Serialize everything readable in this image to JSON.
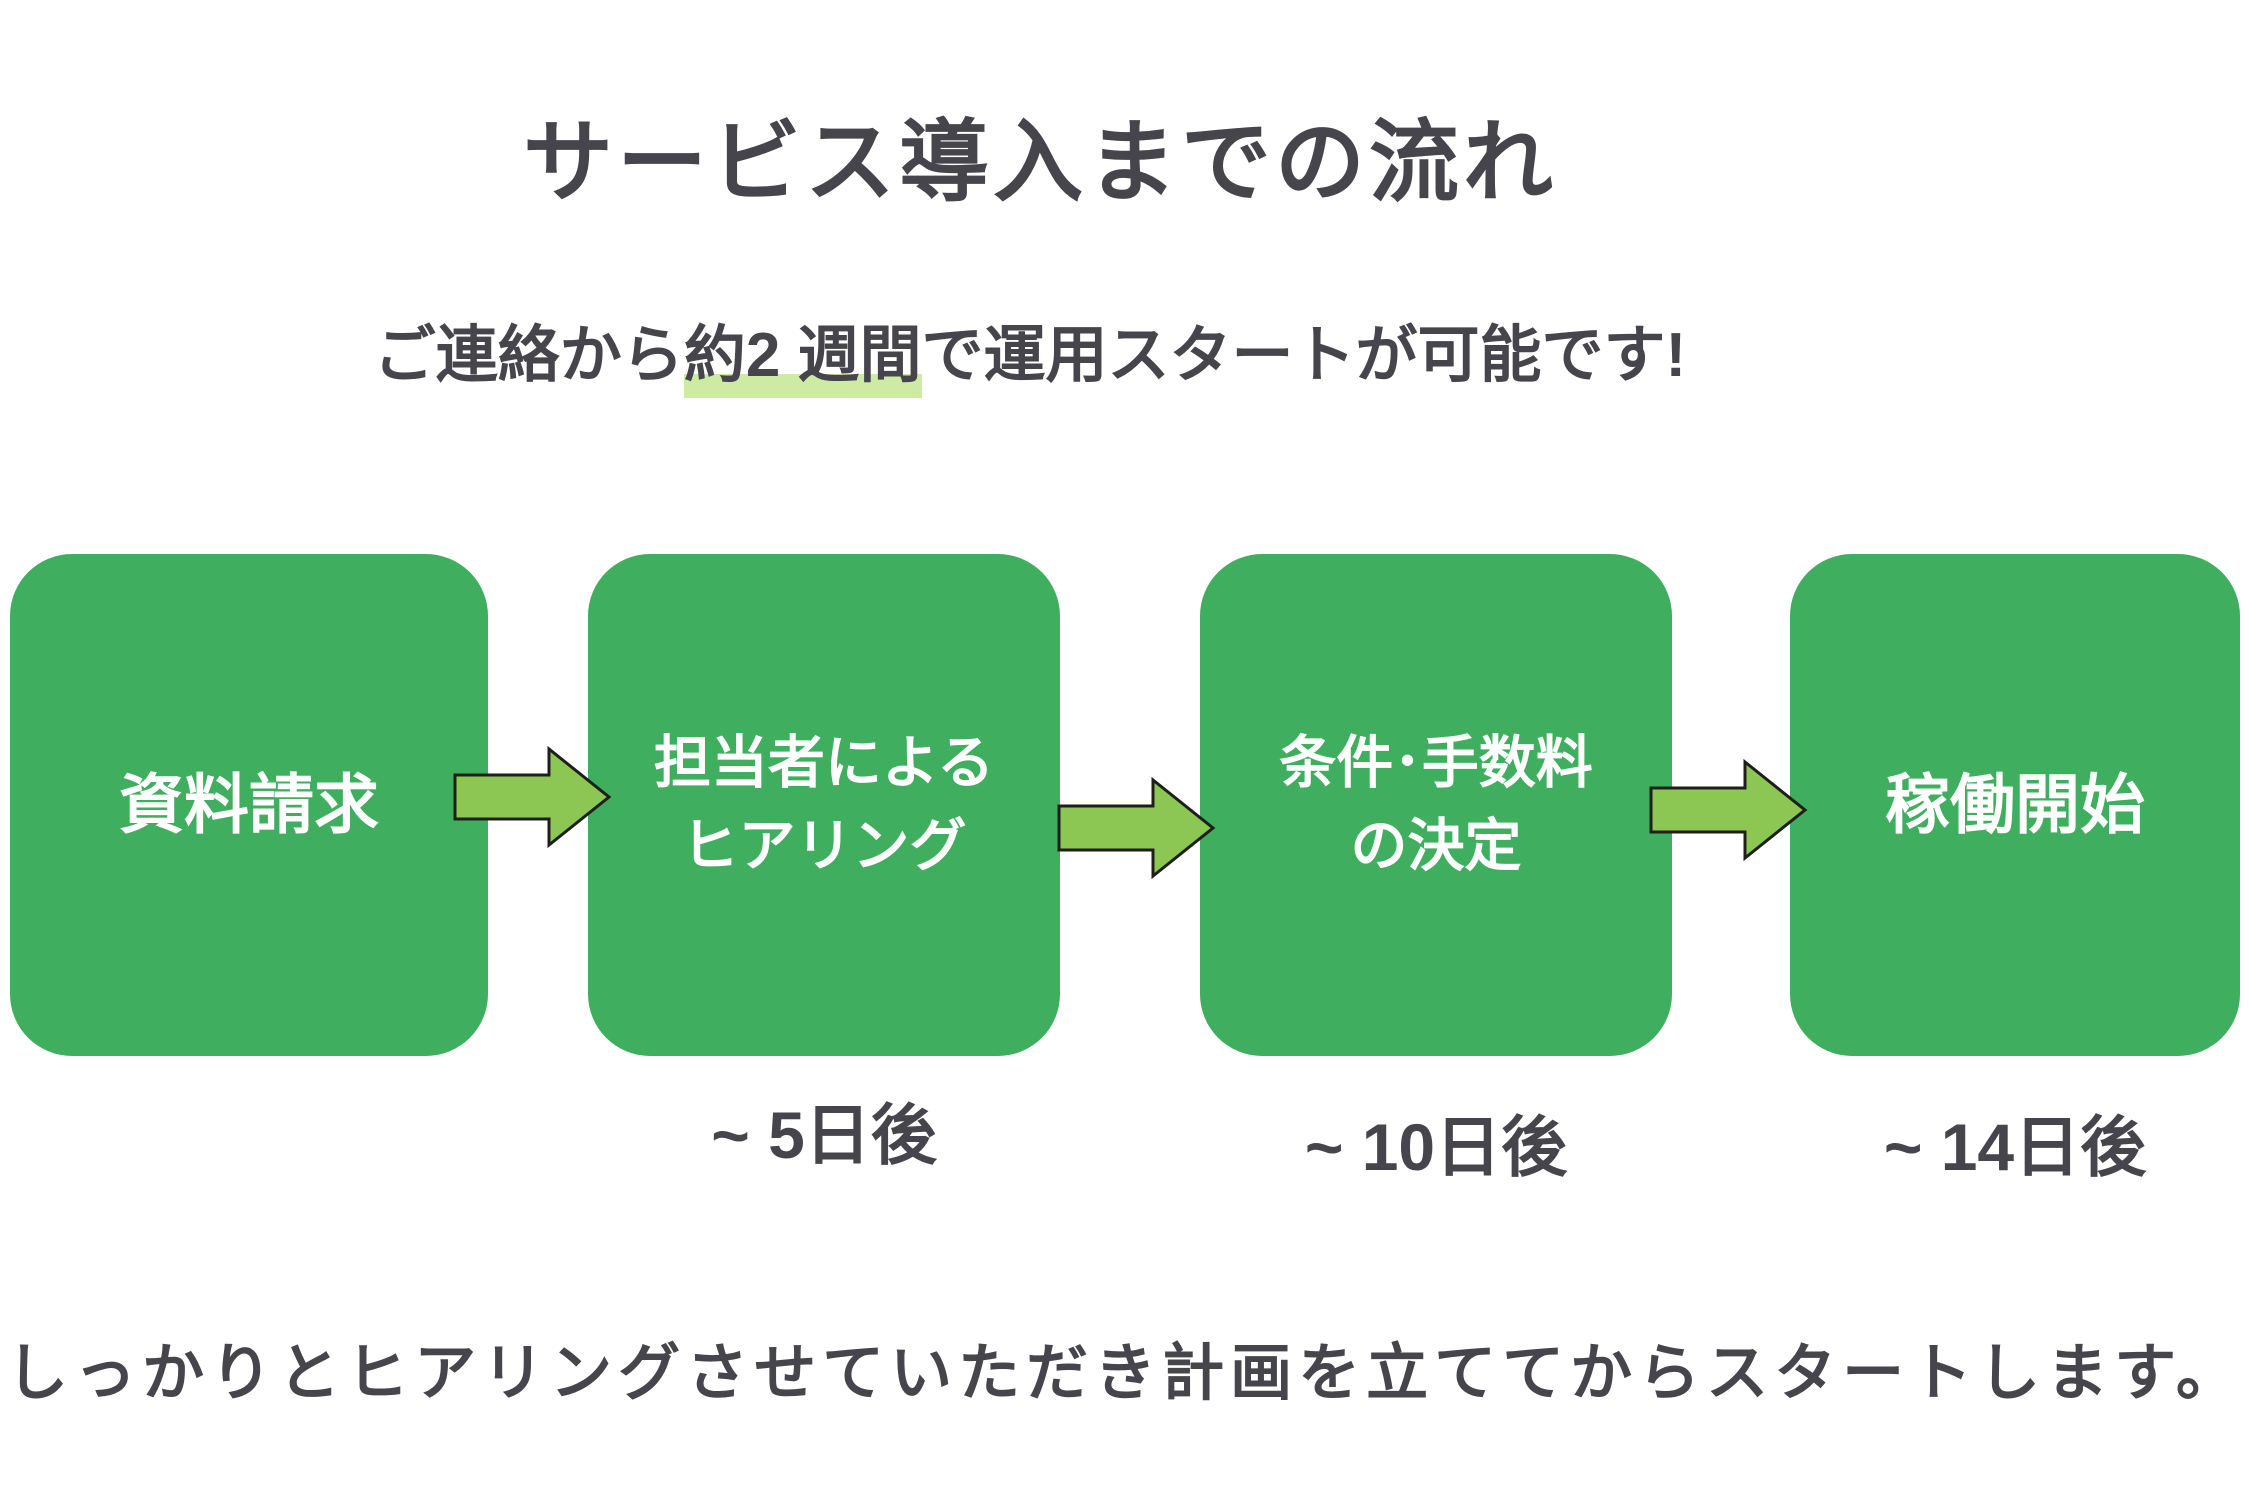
{
  "page": {
    "title": "サービス導入までの流れ",
    "subtitle": {
      "prefix": "ご連絡から",
      "highlight": "約2 週間",
      "suffix": "で運用スタートが可能です!"
    },
    "footer": "しっかりとヒアリングさせていただき計画を立ててからスタートします。"
  },
  "flow": {
    "steps": [
      {
        "label": "資料請求",
        "lines": [
          "資料請求"
        ],
        "timing": ""
      },
      {
        "label": "担当者によるヒアリング",
        "lines": [
          "担当者による",
          "ヒアリング"
        ],
        "timing": "~ 5日後"
      },
      {
        "label": "条件･手数料の決定",
        "lines": [
          "条件･手数料",
          "の決定"
        ],
        "timing": "~ 10日後"
      },
      {
        "label": "稼働開始",
        "lines": [
          "稼働開始"
        ],
        "timing": "~ 14日後"
      }
    ],
    "arrow_icon": "right-arrow"
  },
  "colors": {
    "background": "#FFFFFF",
    "box_green": "#3FAE5E",
    "arrow_green": "#8DC753",
    "arrow_outline": "#1E1E1C",
    "highlight_green": "#CDEBA2",
    "text_dark": "#45454B",
    "box_text": "#FFFFFF"
  }
}
